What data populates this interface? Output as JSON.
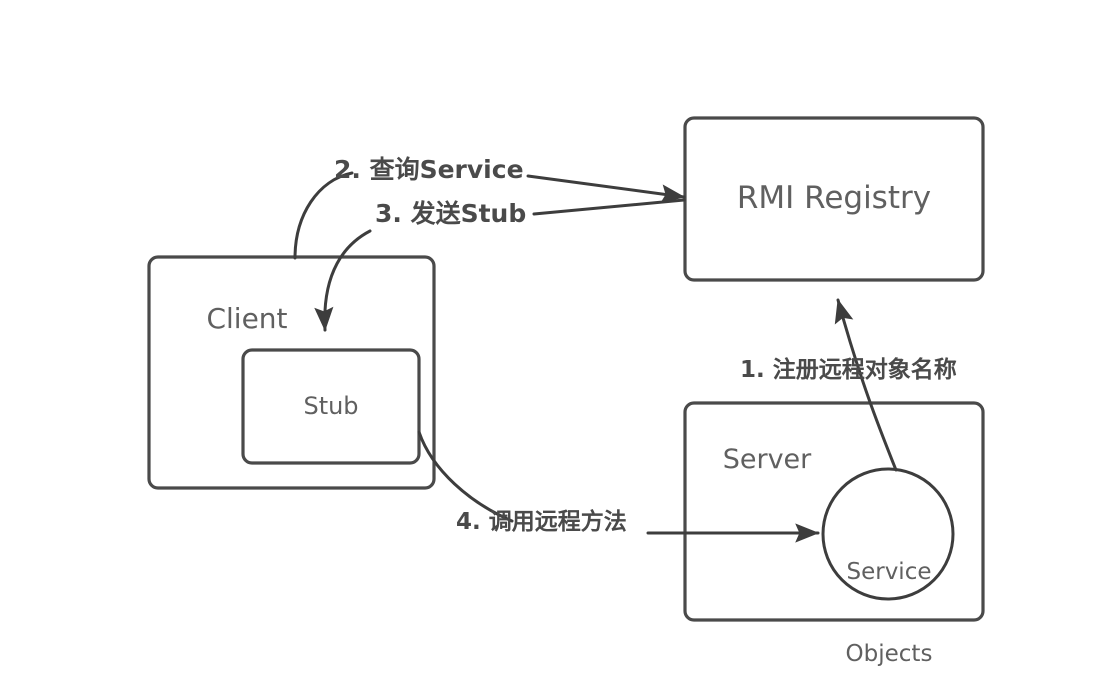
{
  "diagram": {
    "title": "RMI Registry interaction diagram",
    "background_color": "#ffffff",
    "stroke_color": "#4a4a4a",
    "text_color": "#606060",
    "label_color": "#4a4a4a",
    "nodes": {
      "registry": {
        "label": "RMI Registry",
        "shape": "rounded-rect"
      },
      "client": {
        "label": "Client",
        "shape": "rounded-rect"
      },
      "stub": {
        "label": "Stub",
        "shape": "rounded-rect"
      },
      "server": {
        "label": "Server",
        "shape": "rounded-rect"
      },
      "service_objects": {
        "label": "Service\nObjects",
        "line1": "Service",
        "line2": "Objects",
        "shape": "circle"
      }
    },
    "edges": [
      {
        "id": "e1",
        "label": "1. 注册远程对象名称",
        "from": "service_objects",
        "to": "registry"
      },
      {
        "id": "e2",
        "label": "2. 查询Service",
        "from": "client",
        "to": "registry"
      },
      {
        "id": "e3",
        "label": "3. 发送Stub",
        "from": "registry",
        "to": "stub"
      },
      {
        "id": "e4",
        "label": "4. 调用远程方法",
        "from": "stub",
        "to": "service_objects"
      }
    ]
  }
}
